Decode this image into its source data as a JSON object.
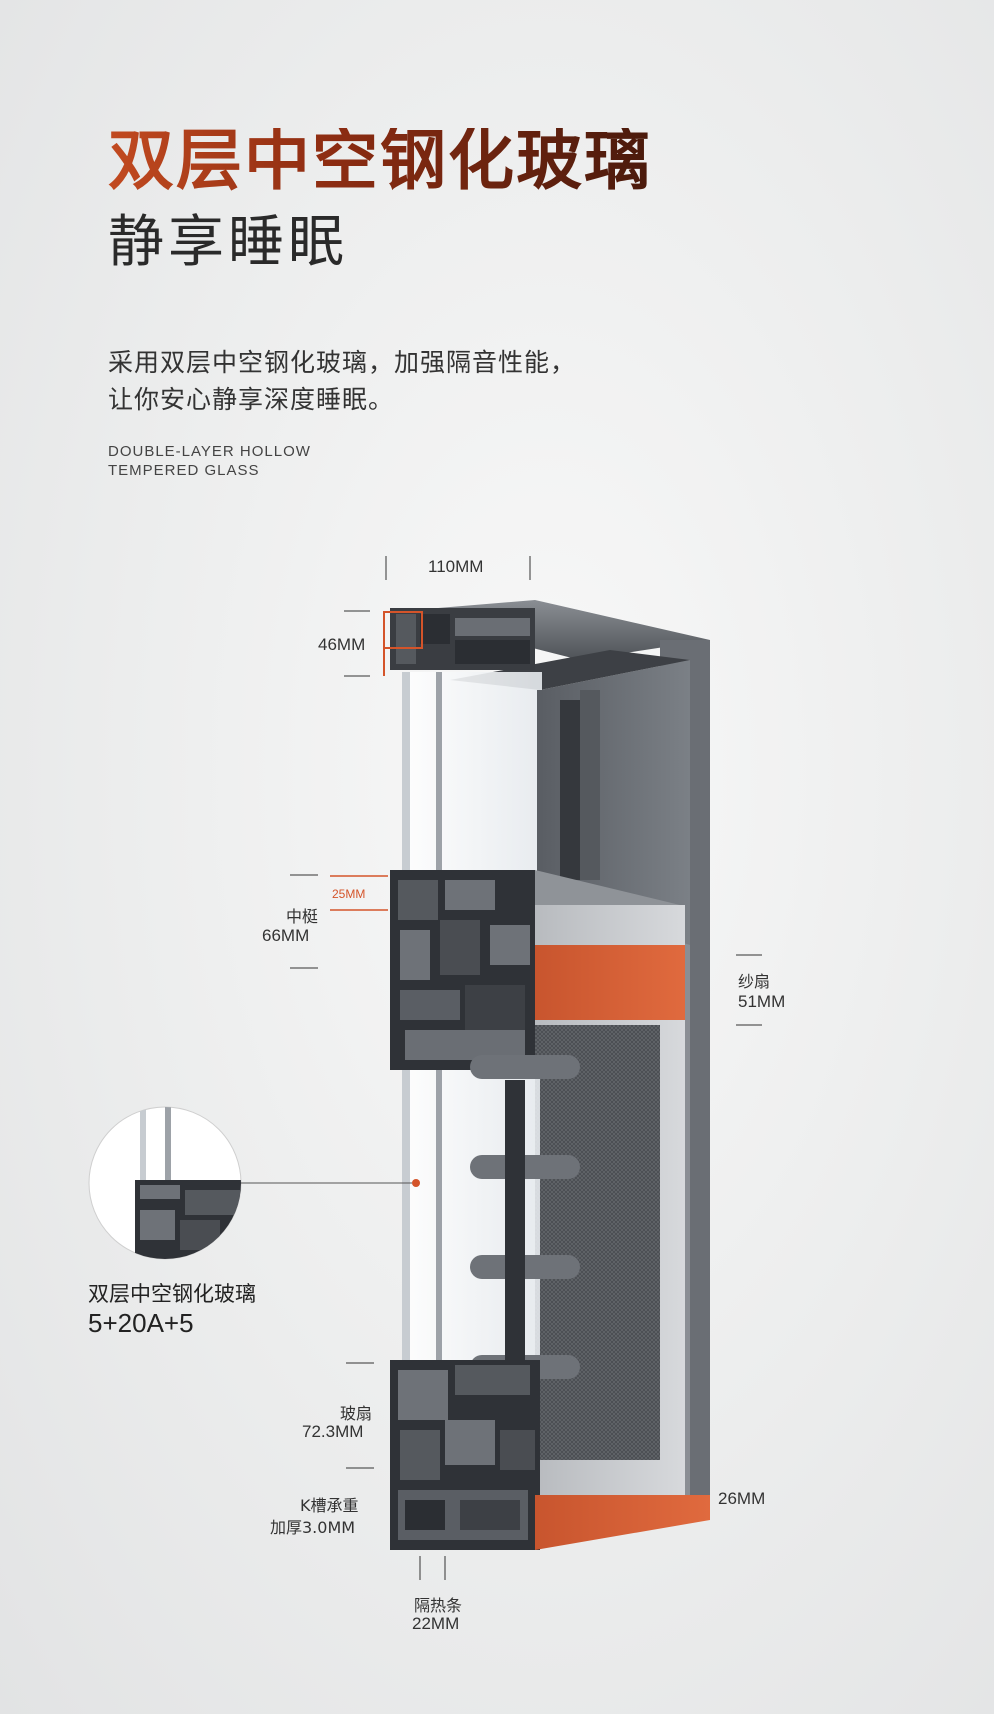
{
  "heading": {
    "title": "双层中空钢化玻璃",
    "subtitle": "静享睡眠"
  },
  "description": {
    "line1": "采用双层中空钢化玻璃，加强隔音性能，",
    "line2": "让你安心静享深度睡眠。"
  },
  "english": {
    "line1": "DOUBLE-LAYER HOLLOW",
    "line2": "TEMPERED GLASS"
  },
  "dimensions": {
    "width": "110MM",
    "top_frame": "46MM",
    "mullion_label": "中梃",
    "mullion_value": "66MM",
    "mullion_inner": "25MM",
    "screen_label": "纱扇",
    "screen_value": "51MM",
    "glass_sash_label": "玻扇",
    "glass_sash_value": "72.3MM",
    "k_slot_label": "K槽承重",
    "k_slot_value": "加厚3.0MM",
    "bottom": "26MM",
    "thermal_label": "隔热条",
    "thermal_value": "22MM"
  },
  "callout": {
    "label": "双层中空钢化玻璃",
    "value": "5+20A+5"
  },
  "colors": {
    "accent_orange": "#d4542a",
    "frame_dark": "#3a3d42",
    "frame_mid": "#6e7278"
  }
}
